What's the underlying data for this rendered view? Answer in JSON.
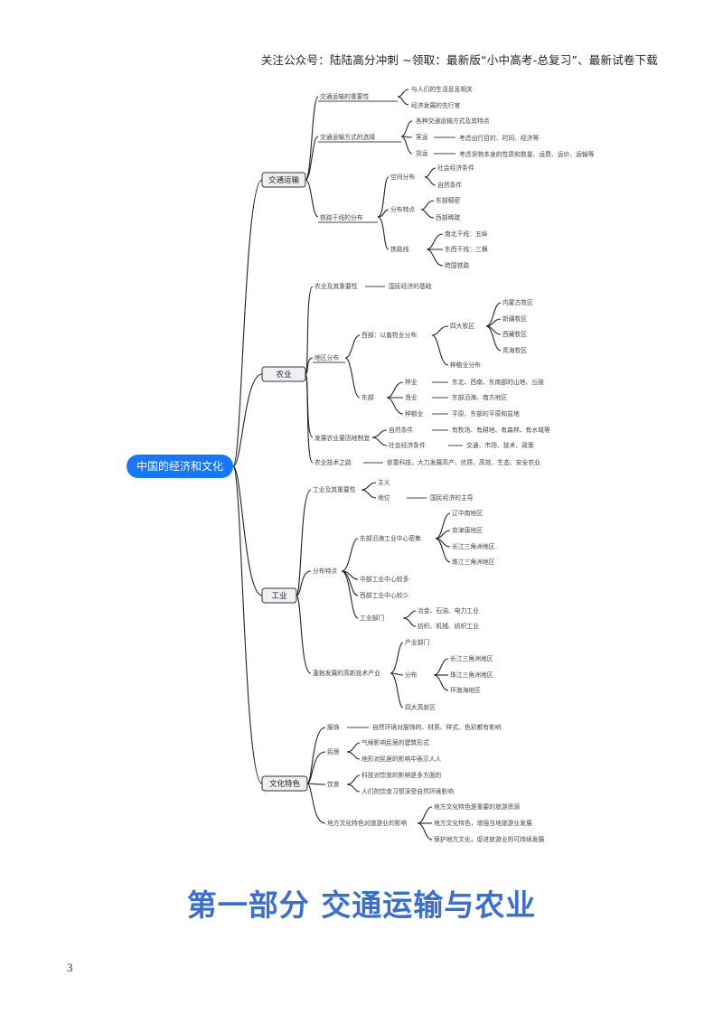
{
  "header": {
    "text": "关注公众号：陆陆高分冲刺 ~领取：最新版“小中高考-总复习”、最新试卷下载"
  },
  "mindmap": {
    "root": "中国的经济和文化",
    "transport": {
      "label": "交通运输",
      "importance": {
        "label": "交通运输的重要性",
        "items": [
          "与人们的生活息息相关",
          "经济发展的先行官"
        ]
      },
      "choice": {
        "label": "交通运输方式的选择",
        "items": [
          "各种交通运输方式及其特点",
          "客运",
          "考虑出行目的、时间、经济等",
          "货运",
          "考虑货物本身的性质和数量、运费、运价、运输等"
        ]
      },
      "railways": {
        "label": "铁路干线的分布",
        "density": "空间分布",
        "dense_items": [
          "社会经济条件",
          "自然条件"
        ],
        "pattern": "分布特点",
        "pattern_items": [
          "东部稠密",
          "西部稀疏"
        ],
        "lines": "铁路线",
        "line_items": [
          "南北干线：五纵",
          "东西干线：三横",
          "跨国铁路"
        ]
      }
    },
    "agriculture": {
      "label": "农业",
      "status": {
        "label": "农业及其重要性",
        "value": "国民经济的基础"
      },
      "regional": {
        "label": "地区分布",
        "west": "西部：以畜牧业分布",
        "big_areas": "四大牧区",
        "areas": [
          "内蒙古牧区",
          "新疆牧区",
          "西藏牧区",
          "青海牧区"
        ],
        "farming": "种植业分布",
        "east": "东部",
        "east_items": [
          {
            "k": "林业",
            "v": "东北、西南、东南部的山地、丘陵"
          },
          {
            "k": "渔业",
            "v": "东部沿海、南方地区"
          },
          {
            "k": "种植业",
            "v": "平原、东部的平原和盆地"
          }
        ]
      },
      "develop": {
        "label": "发展农业要因地制宜",
        "items": [
          {
            "k": "自然条件",
            "v": "有牧场、有耕地、有森林、有水域等"
          },
          {
            "k": "社会经济条件",
            "v": "交通、市场、技术、政策"
          }
        ]
      },
      "tech": {
        "label": "农业技术之路",
        "value": "依靠科技，大力发展高产、优质、高效、生态、安全农业"
      }
    },
    "industry": {
      "label": "工业",
      "status": {
        "label": "工业及其重要性",
        "items": [
          "主义",
          "地位"
        ],
        "position": "国民经济的主导"
      },
      "distribution": {
        "label": "分布特点",
        "east": "东部沿海工业中心密集",
        "bases": [
          "辽中南地区",
          "京津唐地区",
          "长江三角洲地区",
          "珠江三角洲地区"
        ],
        "central": "中部工业中心较多",
        "west": "西部工业中心较少",
        "sector": "工业部门",
        "sector_items": [
          "冶金、石油、电力工业",
          "纺织、机械、纺织工业"
        ]
      },
      "hightech": {
        "label": "蓬勃发展的高新技术产业",
        "items": [
          "产业部门",
          "分布",
          "四大高新区"
        ],
        "zones": [
          "长江三角洲地区",
          "珠江三角洲地区",
          "环渤海地区"
        ]
      }
    },
    "culture": {
      "label": "文化特色",
      "costume": {
        "label": "服饰",
        "value": "自然环境对服饰的、材质、样式、色彩都有影响"
      },
      "housing": {
        "label": "民居",
        "items": [
          "气候影响民居的建筑形式",
          "地形对民居的影响中表示人人"
        ]
      },
      "food": {
        "label": "饮食",
        "items": [
          "科技对饮食的影响是多方面的",
          "人们的饮食习惯深受自然环境影响"
        ]
      },
      "tourism": {
        "label": "地方文化特色对旅游业的影响",
        "items": [
          "地方文化特色是重要的旅游资源",
          "地方文化特色，增强当地旅游业发展",
          "保护地方文化，促进旅游业的可持续发展"
        ]
      }
    }
  },
  "section_title": "第一部分  交通运输与农业",
  "page_number": "3"
}
